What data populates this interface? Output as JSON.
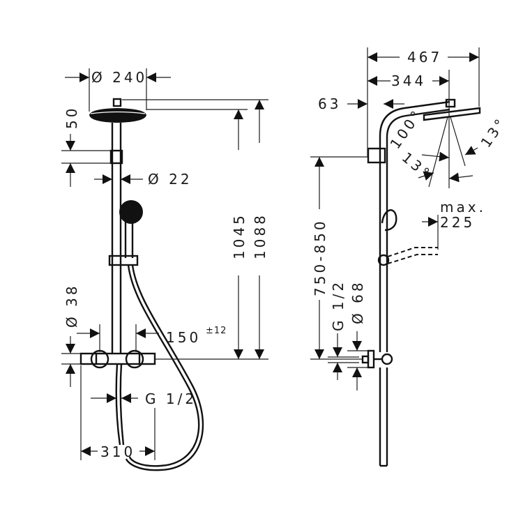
{
  "front_view": {
    "head_diameter": "Ø 240",
    "head_height": "50",
    "pipe_diameter": "Ø 22",
    "height_1": "1045",
    "height_2": "1088",
    "mixer_diameter": "Ø 38",
    "connection_distance": "150",
    "tolerance": "±12",
    "thread": "G 1/2",
    "mixer_width": "310"
  },
  "side_view": {
    "total_reach": "467",
    "arm_reach": "344",
    "wall_offset": "63",
    "arm_angle": "100°",
    "tilt_angle_left": "13°",
    "tilt_angle_right": "13°",
    "height_range": "750-850",
    "thread": "G 1/2",
    "rosette_diameter": "Ø 68",
    "max_label": "max.",
    "max_value": "225"
  },
  "colors": {
    "ink": "#1a1a1a",
    "background": "#ffffff"
  }
}
